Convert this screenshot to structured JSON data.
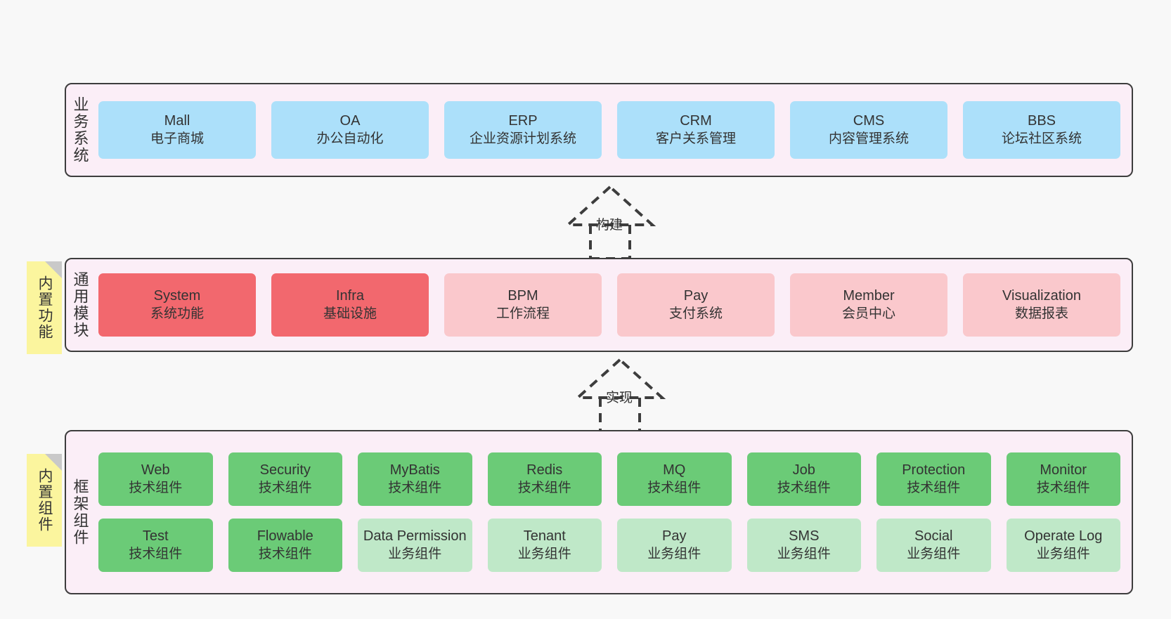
{
  "diagram": {
    "title_present": false,
    "colors": {
      "canvas_bg": "#f8f8f8",
      "layer_bg": "#fbeef7",
      "layer_border": "#3d3d3d",
      "business_box": "#ace0fa",
      "module_core": "#f2686e",
      "module_optional": "#fac8cc",
      "component_tech": "#6bcb77",
      "component_biz": "#bfe8c8",
      "note_bg": "#fbf59e",
      "note_fold": "#c9c9c9",
      "text": "#333333"
    }
  },
  "layers": [
    {
      "key": "business",
      "label": "业务系统",
      "note": null,
      "rows": [
        {
          "style": "biz",
          "nodes": [
            {
              "name": "Mall",
              "desc": "电子商城"
            },
            {
              "name": "OA",
              "desc": "办公自动化"
            },
            {
              "name": "ERP",
              "desc": "企业资源计划系统"
            },
            {
              "name": "CRM",
              "desc": "客户关系管理"
            },
            {
              "name": "CMS",
              "desc": "内容管理系统"
            },
            {
              "name": "BBS",
              "desc": "论坛社区系统"
            }
          ]
        }
      ]
    },
    {
      "key": "modules",
      "label": "通用模块",
      "note": "内置功能",
      "rows": [
        {
          "style": "mixed",
          "nodes": [
            {
              "name": "System",
              "desc": "系统功能",
              "style": "red"
            },
            {
              "name": "Infra",
              "desc": "基础设施",
              "style": "red"
            },
            {
              "name": "BPM",
              "desc": "工作流程",
              "style": "pink"
            },
            {
              "name": "Pay",
              "desc": "支付系统",
              "style": "pink"
            },
            {
              "name": "Member",
              "desc": "会员中心",
              "style": "pink"
            },
            {
              "name": "Visualization",
              "desc": "数据报表",
              "style": "pink"
            }
          ]
        }
      ]
    },
    {
      "key": "framework",
      "label": "框架组件",
      "note": "内置组件",
      "rows": [
        {
          "style": "mixed",
          "nodes": [
            {
              "name": "Web",
              "desc": "技术组件",
              "style": "green"
            },
            {
              "name": "Security",
              "desc": "技术组件",
              "style": "green"
            },
            {
              "name": "MyBatis",
              "desc": "技术组件",
              "style": "green"
            },
            {
              "name": "Redis",
              "desc": "技术组件",
              "style": "green"
            },
            {
              "name": "MQ",
              "desc": "技术组件",
              "style": "green"
            },
            {
              "name": "Job",
              "desc": "技术组件",
              "style": "green"
            },
            {
              "name": "Protection",
              "desc": "技术组件",
              "style": "green"
            },
            {
              "name": "Monitor",
              "desc": "技术组件",
              "style": "green"
            }
          ]
        },
        {
          "style": "mixed",
          "nodes": [
            {
              "name": "Test",
              "desc": "技术组件",
              "style": "green"
            },
            {
              "name": "Flowable",
              "desc": "技术组件",
              "style": "green"
            },
            {
              "name": "Data Permission",
              "desc": "业务组件",
              "style": "green-l"
            },
            {
              "name": "Tenant",
              "desc": "业务组件",
              "style": "green-l"
            },
            {
              "name": "Pay",
              "desc": "业务组件",
              "style": "green-l"
            },
            {
              "name": "SMS",
              "desc": "业务组件",
              "style": "green-l"
            },
            {
              "name": "Social",
              "desc": "业务组件",
              "style": "green-l"
            },
            {
              "name": "Operate Log",
              "desc": "业务组件",
              "style": "green-l"
            }
          ]
        }
      ]
    }
  ],
  "connectors": [
    {
      "key": "build",
      "label": "构建",
      "from": "modules",
      "to": "business"
    },
    {
      "key": "implement",
      "label": "实现",
      "from": "framework",
      "to": "modules"
    }
  ]
}
